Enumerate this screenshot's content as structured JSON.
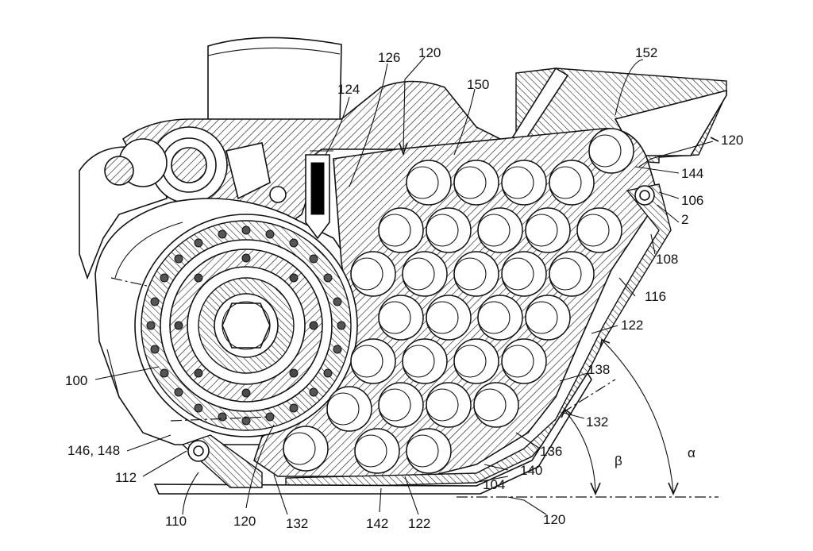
{
  "figure": {
    "labels": {
      "l100": "100",
      "l146_148": "146, 148",
      "l112": "112",
      "l110": "110",
      "l120_bottom_left": "120",
      "l132_bottom": "132",
      "l142": "142",
      "l122_bottom": "122",
      "l120_bottom_right": "120",
      "l104": "104",
      "l140": "140",
      "l136": "136",
      "l132_right": "132",
      "l138": "138",
      "beta": "β",
      "alpha": "α",
      "l122_right": "122",
      "l116": "116",
      "l108": "108",
      "l2": "2",
      "l106": "106",
      "l144": "144",
      "l120_top_right": "120",
      "l152": "152",
      "l150": "150",
      "l126": "126",
      "l120_top": "120",
      "l124": "124"
    }
  }
}
